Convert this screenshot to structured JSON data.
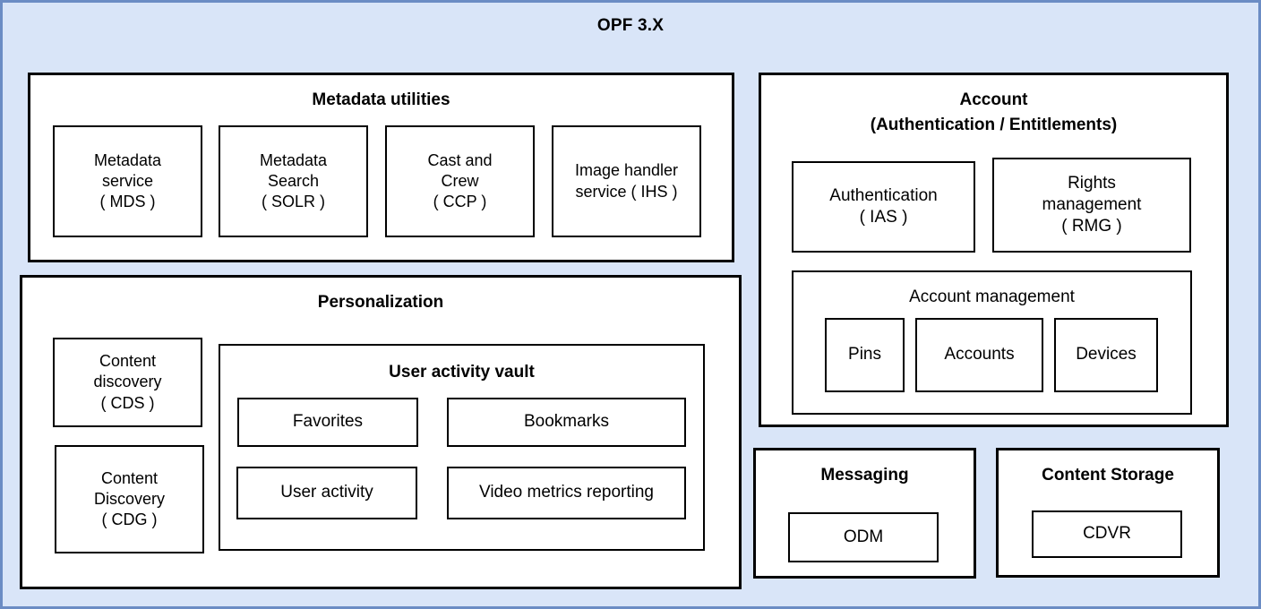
{
  "diagram": {
    "title": "OPF 3.X",
    "background_color": "#d9e5f8",
    "border_color": "#6b8cc4",
    "box_color": "#ffffff",
    "line_color": "#000000"
  },
  "metadata_utilities": {
    "title": "Metadata utilities",
    "nodes": [
      {
        "label": "Metadata\nservice\n( MDS )"
      },
      {
        "label": "Metadata\nSearch\n( SOLR )"
      },
      {
        "label": "Cast and\nCrew\n( CCP )"
      },
      {
        "label": "Image handler\nservice ( IHS )"
      }
    ]
  },
  "personalization": {
    "title": "Personalization",
    "nodes": [
      {
        "label": "Content\ndiscovery\n( CDS )"
      },
      {
        "label": "Content\nDiscovery\n( CDG )"
      }
    ],
    "user_activity_vault": {
      "title": "User activity vault",
      "nodes": [
        {
          "label": "Favorites"
        },
        {
          "label": "Bookmarks"
        },
        {
          "label": "User activity"
        },
        {
          "label": "Video metrics reporting"
        }
      ]
    }
  },
  "account": {
    "title_line1": "Account",
    "title_line2": "(Authentication / Entitlements)",
    "nodes": [
      {
        "label": "Authentication\n( IAS )"
      },
      {
        "label": "Rights\nmanagement\n( RMG )"
      }
    ],
    "account_management": {
      "title": "Account management",
      "nodes": [
        {
          "label": "Pins"
        },
        {
          "label": "Accounts"
        },
        {
          "label": "Devices"
        }
      ]
    }
  },
  "messaging": {
    "title": "Messaging",
    "nodes": [
      {
        "label": "ODM"
      }
    ]
  },
  "content_storage": {
    "title": "Content Storage",
    "nodes": [
      {
        "label": "CDVR"
      }
    ]
  }
}
